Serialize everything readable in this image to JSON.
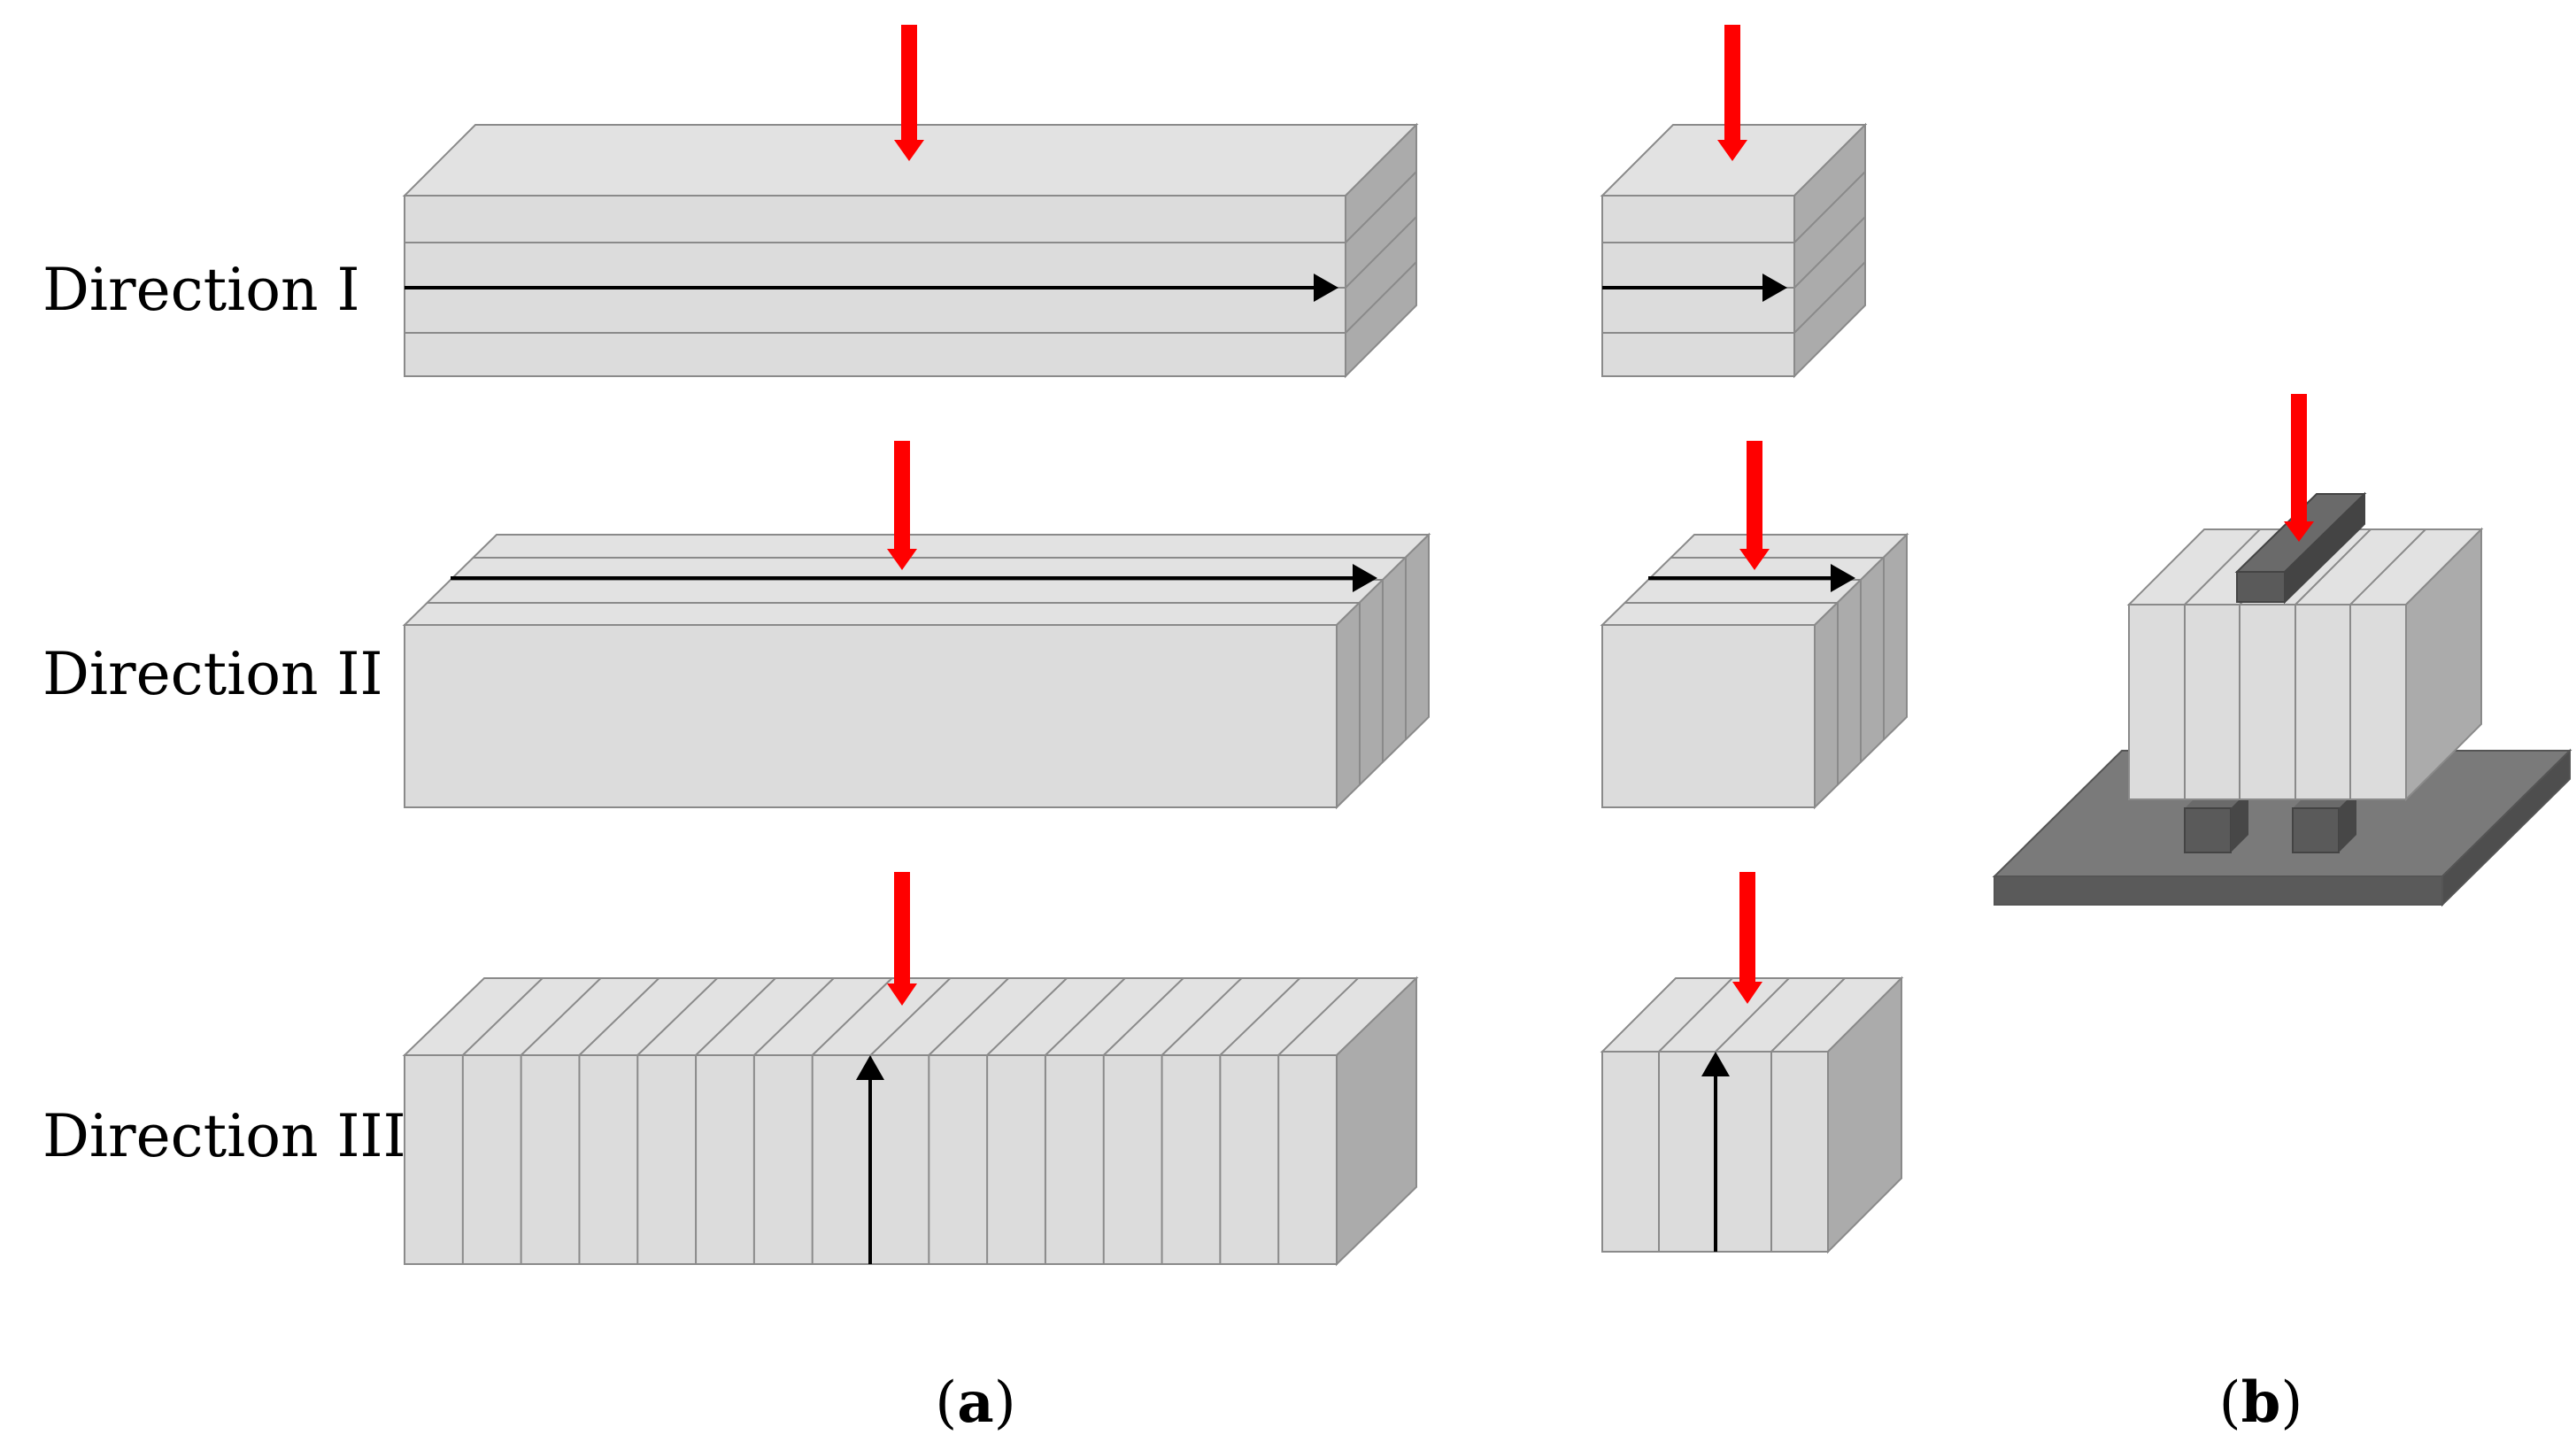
{
  "labels": {
    "direction_1": "Direction I",
    "direction_2": "Direction II",
    "direction_3": "Direction III"
  },
  "captions": {
    "a": "a",
    "b": "b"
  },
  "colors": {
    "load_arrow": "#ff0000",
    "specimen_top": "#e2e2e2",
    "specimen_front": "#dcdcdc",
    "specimen_side": "#ababab",
    "fixture_dark": "#555555",
    "fixture_plate": "#7a7a7a",
    "direction_arrow": "#000000"
  },
  "icons": {
    "load": "red-down-arrow",
    "build_direction": "black-arrow"
  }
}
